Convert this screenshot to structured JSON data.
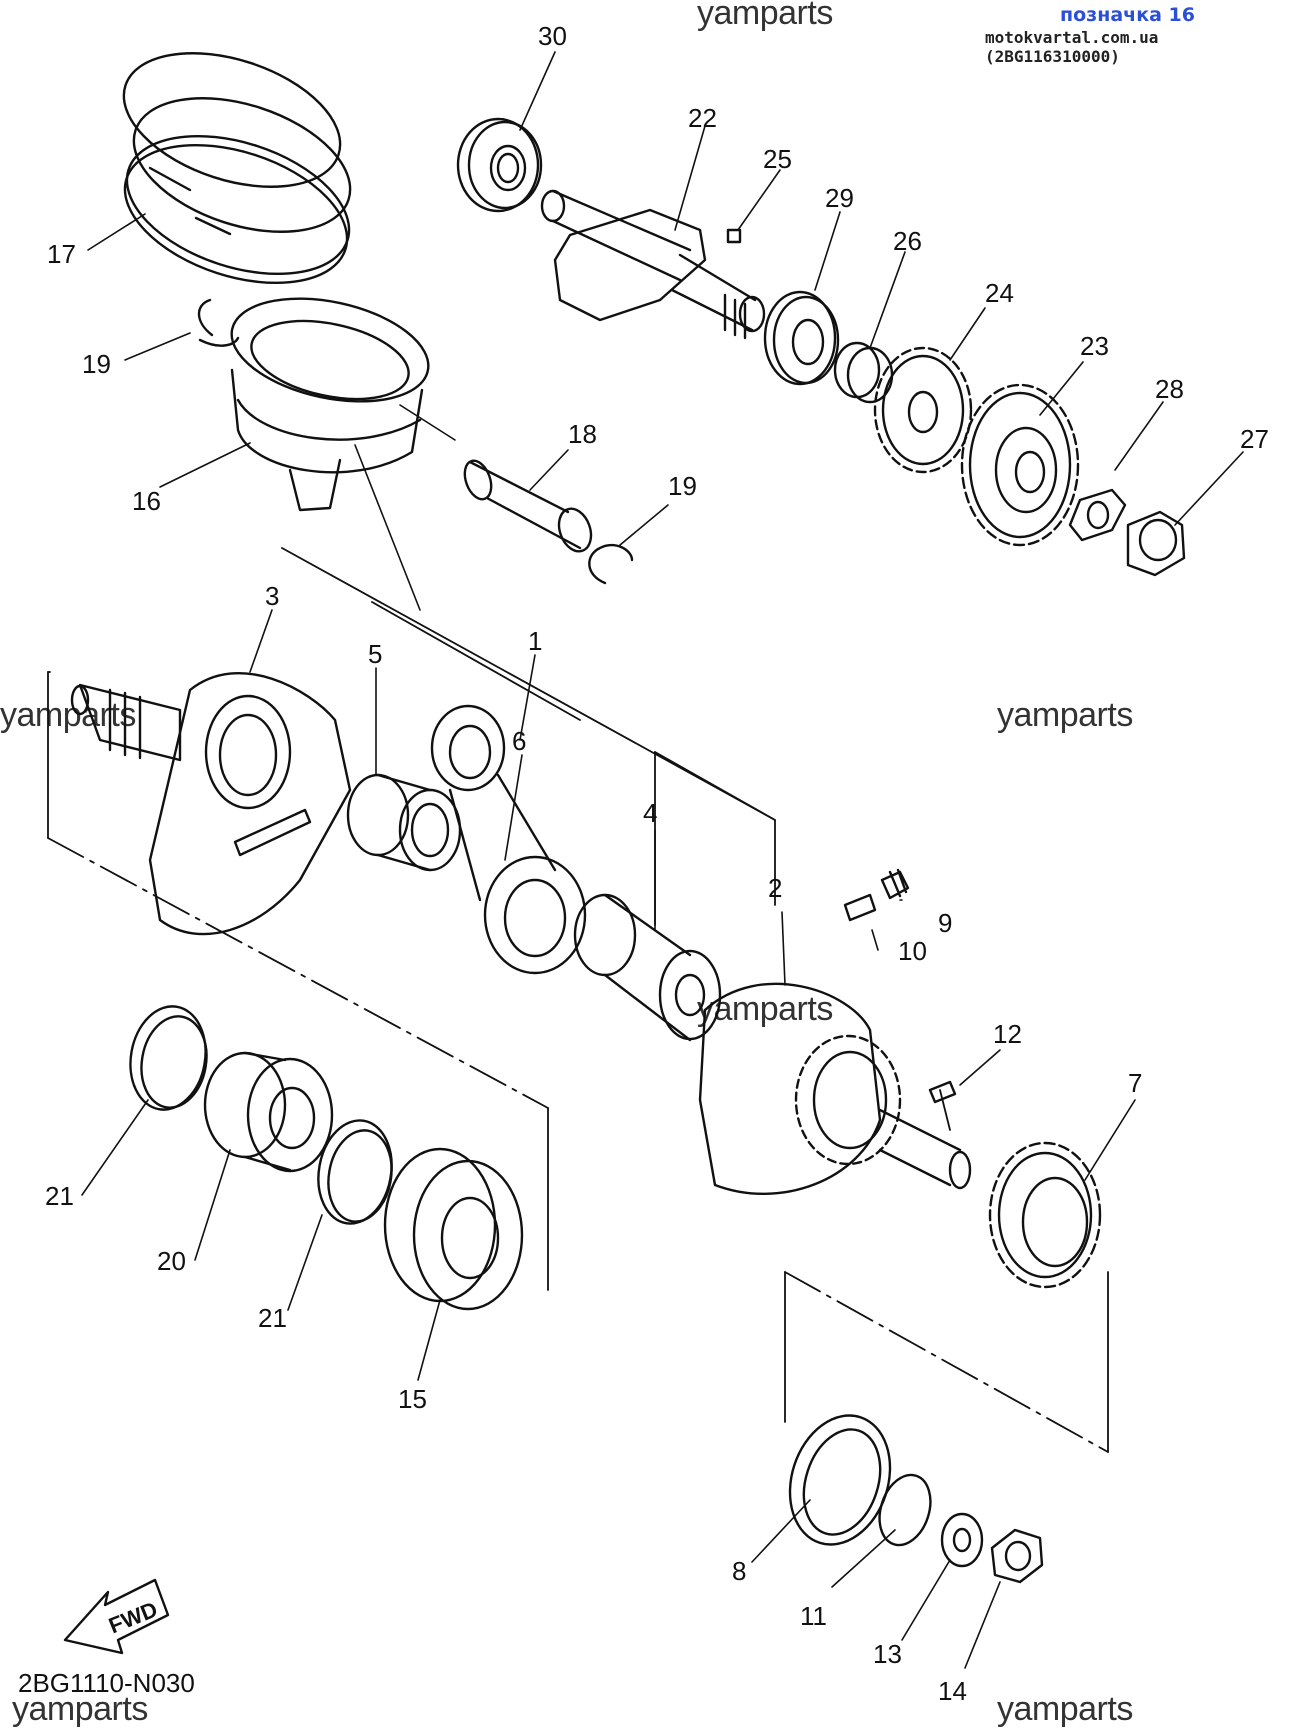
{
  "header": {
    "link_text": "позначка 16",
    "source_text": "motokvartal.com.ua (2BG116310000)"
  },
  "watermarks": [
    "yamparts",
    "yamparts",
    "yamparts",
    "yamparts",
    "yamparts",
    "yamparts"
  ],
  "diagram_code": "2BG1110-N030",
  "fwd_label": "FWD",
  "callouts": [
    "30",
    "22",
    "25",
    "29",
    "26",
    "24",
    "23",
    "28",
    "27",
    "17",
    "19",
    "16",
    "18",
    "19",
    "3",
    "5",
    "1",
    "6",
    "4",
    "2",
    "9",
    "10",
    "12",
    "7",
    "21",
    "20",
    "21",
    "15",
    "8",
    "11",
    "13",
    "14"
  ],
  "colors": {
    "line": "#111111",
    "link": "#2b4fd8",
    "watermark": "#333333"
  }
}
